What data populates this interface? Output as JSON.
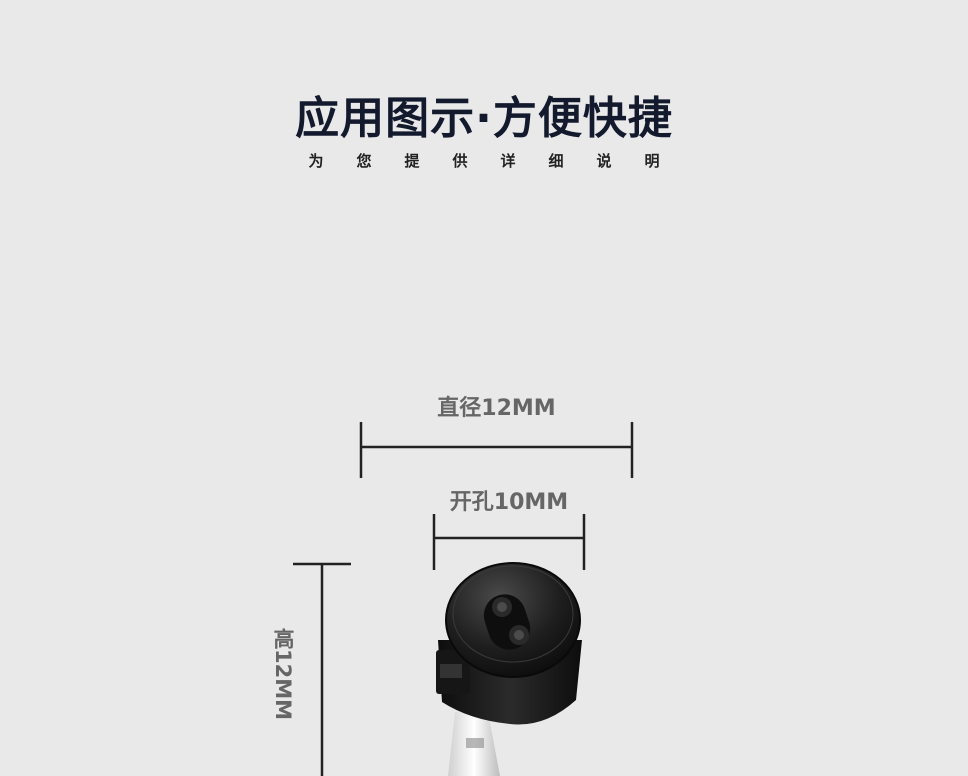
{
  "title": "应用图示·方便快捷",
  "subtitle": "为您提供详细说明",
  "dimensions": {
    "diameter_label": "直径12MM",
    "hole_label": "开孔10MM",
    "height_label": "高12MM"
  },
  "colors": {
    "background": "#e9e9e9",
    "title": "#141a2e",
    "dimension_text": "#666666",
    "dimension_line": "#222222",
    "product_body": "#1c1c1c"
  },
  "product_icon": "infrared-sensor-receiver"
}
